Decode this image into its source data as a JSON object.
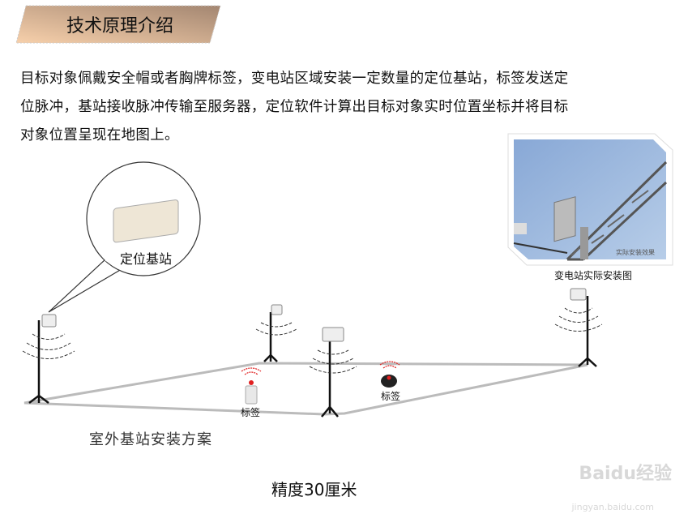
{
  "header": {
    "title": "技术原理介绍"
  },
  "intro": {
    "lines": [
      "目标对象佩戴安全帽或者胸牌标签，变电站区域安装一定数量的定位基站，标签发送定",
      "位脉冲，基站接收脉冲传输至服务器，定位软件计算出目标对象实时位置坐标并将目标",
      "对象位置呈现在地图上。"
    ]
  },
  "photo": {
    "caption": "变电站实际安装图",
    "overlay_text": "实际安装效果"
  },
  "diagram": {
    "bubble_label": "定位基站",
    "tag_label_1": "标签",
    "tag_label_2": "标签",
    "scheme_label": "室外基站安装方案",
    "precision_label": "精度30厘米"
  },
  "watermark": {
    "text": "Baidu经验",
    "url_text": "jingyan.baidu.com"
  },
  "colors": {
    "banner_start": "#f5cda8",
    "banner_end": "#a88a72",
    "sky": "#8fb0da",
    "ground_line": "#bbbbbb",
    "signal": "#e02020"
  }
}
